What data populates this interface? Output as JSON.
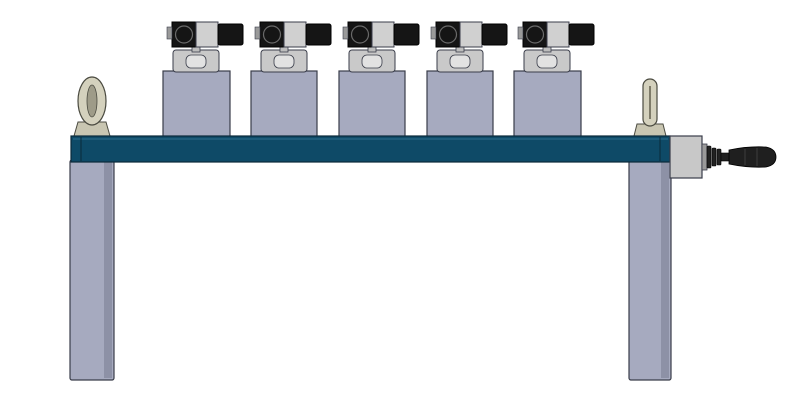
{
  "diagram": {
    "kind": "cad-assembly-side-view",
    "colors": {
      "background": "#ffffff",
      "beam": "#0e4a67",
      "beam_highlight": "#2f6f8d",
      "block": "#a6aabf",
      "block_edge": "#3a3d4a",
      "leg": "#a6aabf",
      "valve_body": "#151515",
      "valve_bracket": "#c9c9c9",
      "eye_bolt": "#c9c6b2",
      "handle_grip": "#1f1f1f",
      "handle_body": "#c8c8c8"
    },
    "components": {
      "valve_blocks": 5,
      "solenoid_valves": 5,
      "legs": 2,
      "lifting_eye_bolts": 2,
      "end_handle": 1
    }
  }
}
